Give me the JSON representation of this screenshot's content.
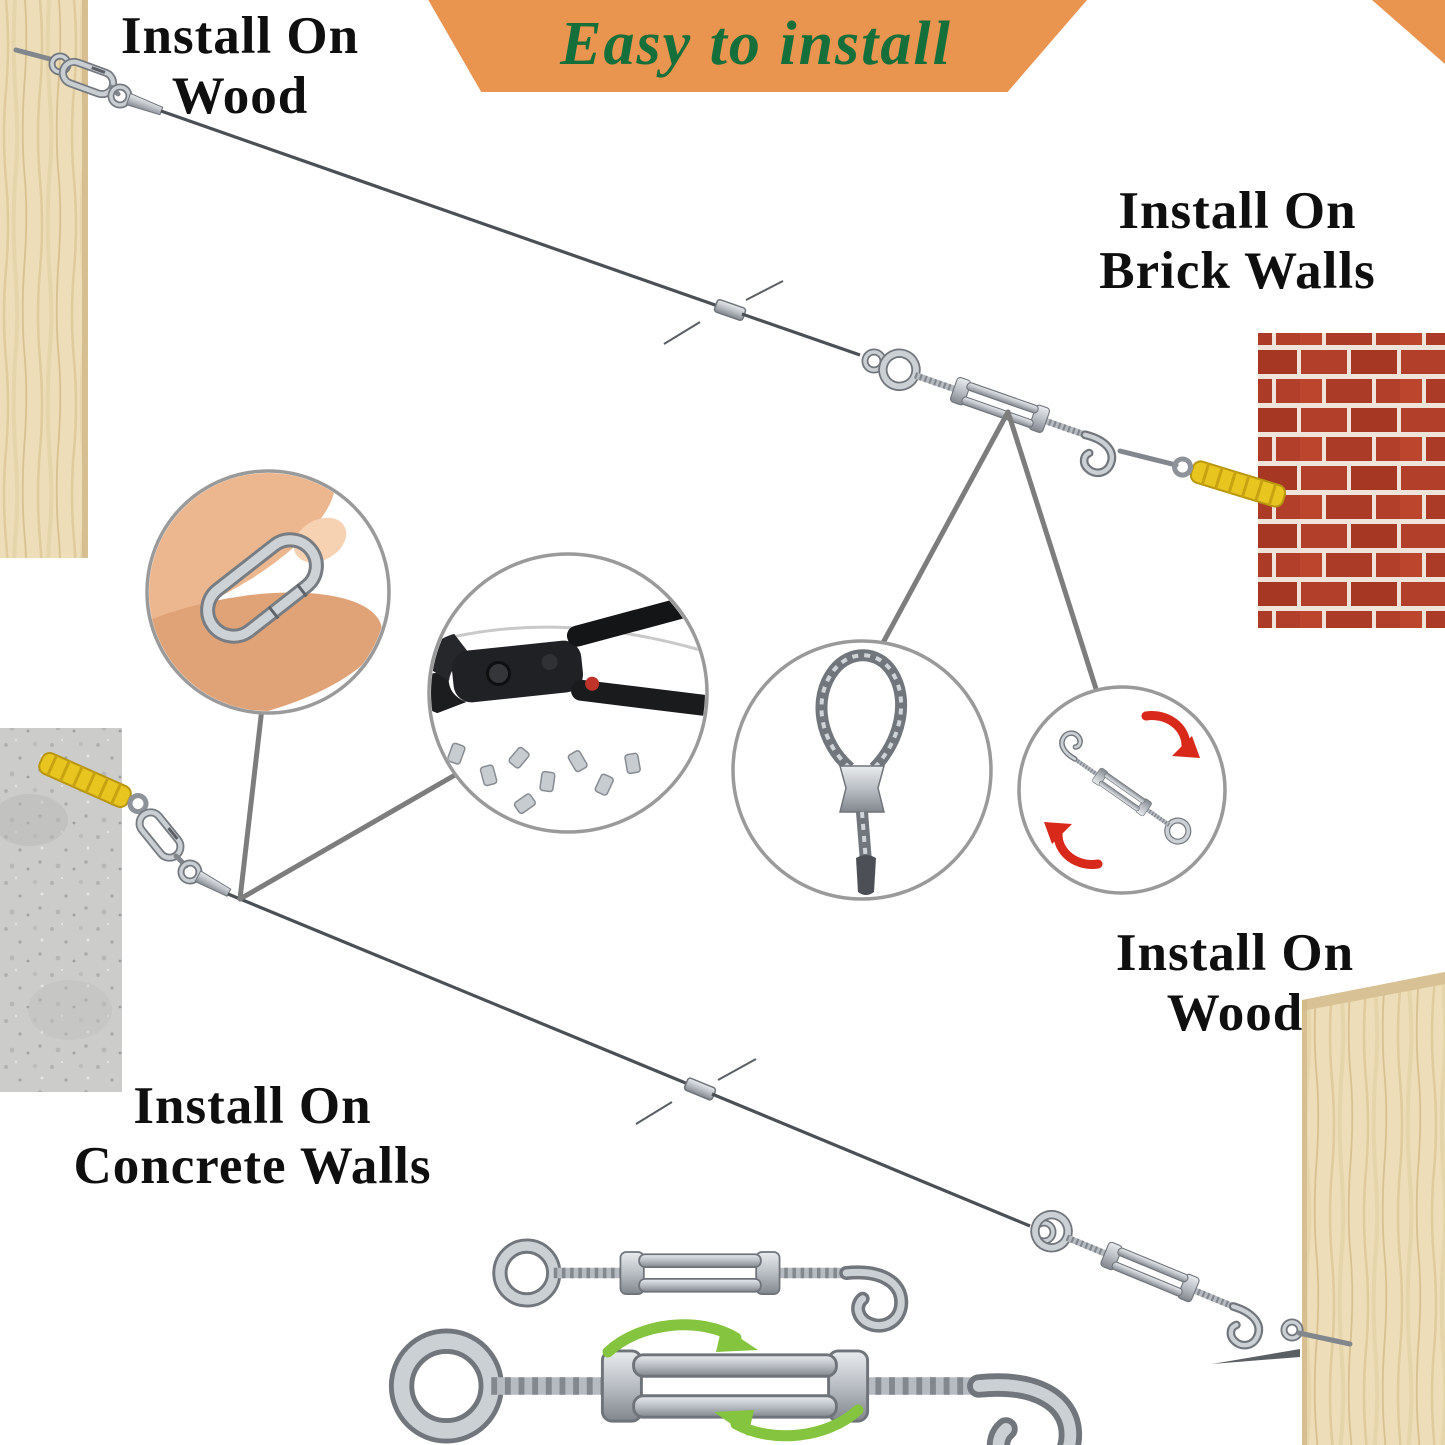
{
  "banner": {
    "title": "Easy to install"
  },
  "labels": {
    "wood_top": {
      "line1": "Install On",
      "line2": "Wood"
    },
    "brick": {
      "line1": "Install On",
      "line2": "Brick Walls"
    },
    "wood_right": {
      "line1": "Install On",
      "line2": "Wood"
    },
    "concrete": {
      "line1": "Install On",
      "line2": "Concrete Walls"
    }
  },
  "graphics": {
    "callout_1": "hand-holding-carabiner-snap-hook",
    "callout_2": "wire-rope-crimping-tool-with-aluminum-ferrules",
    "callout_3": "wire-rope-loop-with-crimp-sleeve",
    "callout_4": "hook-and-eye-turnbuckle-with-red-rotation-arrows",
    "bottom_1": "hook-and-eye-turnbuckle",
    "bottom_2": "hook-and-eye-turnbuckle-with-green-rotation-arrows",
    "top_left": "wire-rope-hooked-to-wood-post",
    "top_right": "wire-rope-hooked-to-brick-wall-anchor",
    "bottom_left": "wire-rope-hooked-to-concrete-wall-anchor",
    "bottom_right": "wire-rope-hooked-to-wood-post"
  },
  "colors": {
    "page_bg": "#ffffff",
    "banner_bg": "#e9944f",
    "banner_text": "#156f3a",
    "label_text": "#0f0f0f",
    "callout_ring": "#9a9a9a",
    "callout_line": "#7d7d7d",
    "wire": "#4b5055",
    "metal_light": "#cbd0d5",
    "metal_dark": "#71767c",
    "wood": "#edddb8",
    "brick": "#b23f2a",
    "concrete": "#cccccb",
    "anchor_yellow": "#e9c51f",
    "arrow_red": "#d8291a",
    "arrow_green": "#84c43e"
  }
}
